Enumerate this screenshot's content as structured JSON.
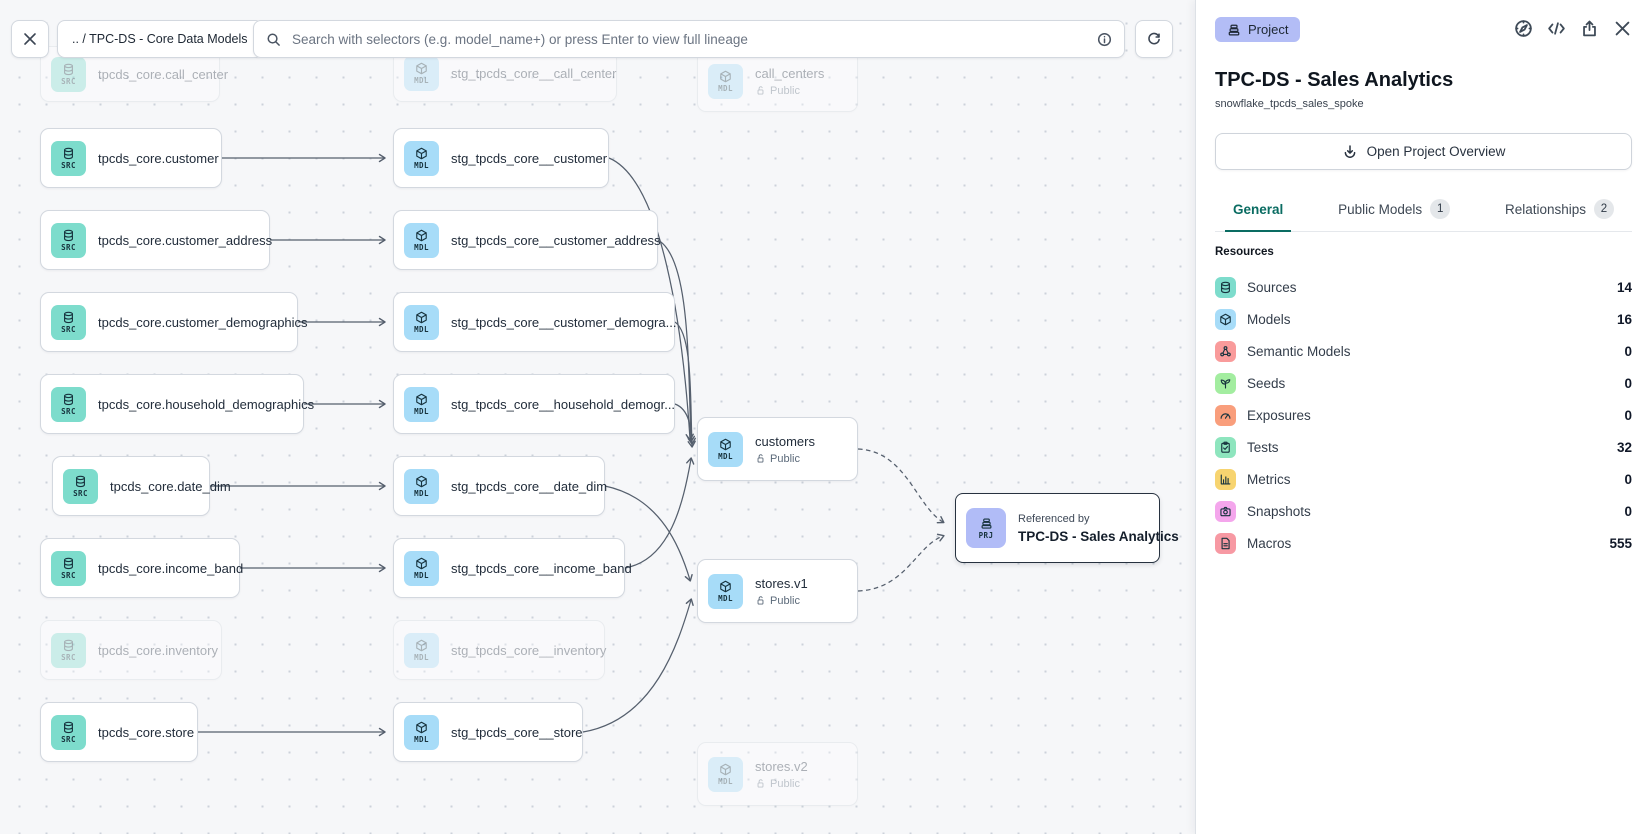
{
  "toolbar": {
    "breadcrumb": ".. / TPC-DS - Core Data Models",
    "search_placeholder": "Search with selectors (e.g. model_name+) or press Enter to view full lineage"
  },
  "canvas": {
    "kind_src": "SRC",
    "kind_mdl": "MDL",
    "kind_prj": "PRJ",
    "public_label": "Public",
    "nodes": {
      "call_center_src": "tpcds_core.call_center",
      "call_center_stg": "stg_tpcds_core__call_center",
      "call_centers": "call_centers",
      "customer_src": "tpcds_core.customer",
      "customer_stg": "stg_tpcds_core__customer",
      "customer_address_src": "tpcds_core.customer_address",
      "customer_address_stg": "stg_tpcds_core__customer_address",
      "customer_demographics_src": "tpcds_core.customer_demographics",
      "customer_demographics_stg": "stg_tpcds_core__customer_demogra...",
      "household_demographics_src": "tpcds_core.household_demographics",
      "household_demographics_stg": "stg_tpcds_core__household_demogr...",
      "date_dim_src": "tpcds_core.date_dim",
      "date_dim_stg": "stg_tpcds_core__date_dim",
      "income_band_src": "tpcds_core.income_band",
      "income_band_stg": "stg_tpcds_core__income_band",
      "inventory_src": "tpcds_core.inventory",
      "inventory_stg": "stg_tpcds_core__inventory",
      "store_src": "tpcds_core.store",
      "store_stg": "stg_tpcds_core__store",
      "customers": "customers",
      "stores_v1": "stores.v1",
      "stores_v2": "stores.v2"
    },
    "project_node": {
      "referenced_by": "Referenced by",
      "name": "TPC-DS - Sales Analytics"
    }
  },
  "panel": {
    "type_badge": "Project",
    "title": "TPC-DS - Sales Analytics",
    "subtitle": "snowflake_tpcds_sales_spoke",
    "overview_button": "Open Project Overview",
    "tabs": [
      {
        "label": "General",
        "badge": "",
        "active": true
      },
      {
        "label": "Public Models",
        "badge": "1",
        "active": false
      },
      {
        "label": "Relationships",
        "badge": "2",
        "active": false
      }
    ],
    "resources_heading": "Resources",
    "resources": [
      {
        "icon": "database-icon",
        "color": "#7DDCCC",
        "label": "Sources",
        "value": "14"
      },
      {
        "icon": "cube-icon",
        "color": "#A7DCF8",
        "label": "Models",
        "value": "16"
      },
      {
        "icon": "semantic-icon",
        "color": "#F99B9B",
        "label": "Semantic Models",
        "value": "0"
      },
      {
        "icon": "seedling-icon",
        "color": "#A3EDA0",
        "label": "Seeds",
        "value": "0"
      },
      {
        "icon": "gauge-icon",
        "color": "#F99E7C",
        "label": "Exposures",
        "value": "0"
      },
      {
        "icon": "clipboard-check-icon",
        "color": "#8EE5BE",
        "label": "Tests",
        "value": "32"
      },
      {
        "icon": "bar-chart-icon",
        "color": "#F7D470",
        "label": "Metrics",
        "value": "0"
      },
      {
        "icon": "camera-icon",
        "color": "#F4A6EC",
        "label": "Snapshots",
        "value": "0"
      },
      {
        "icon": "file-text-icon",
        "color": "#F799A3",
        "label": "Macros",
        "value": "555"
      }
    ]
  }
}
